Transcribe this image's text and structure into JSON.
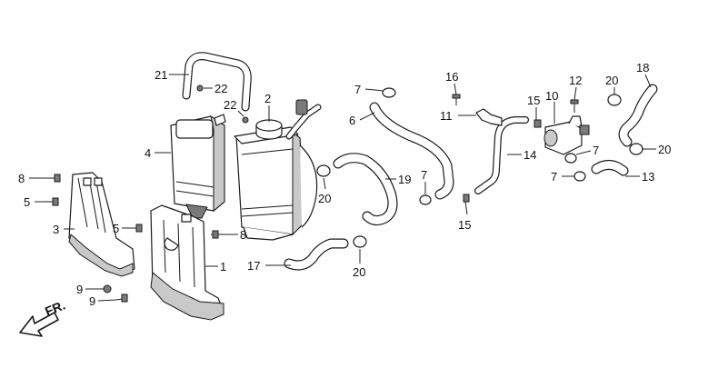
{
  "direction_label": "FR.",
  "callouts": [
    {
      "id": "c1",
      "text": "1"
    },
    {
      "id": "c2",
      "text": "2"
    },
    {
      "id": "c3",
      "text": "3"
    },
    {
      "id": "c4",
      "text": "4"
    },
    {
      "id": "c5a",
      "text": "5"
    },
    {
      "id": "c5b",
      "text": "5"
    },
    {
      "id": "c6",
      "text": "6"
    },
    {
      "id": "c7a",
      "text": "7"
    },
    {
      "id": "c7b",
      "text": "7"
    },
    {
      "id": "c7c",
      "text": "7"
    },
    {
      "id": "c7d",
      "text": "7"
    },
    {
      "id": "c8a",
      "text": "8"
    },
    {
      "id": "c8b",
      "text": "8"
    },
    {
      "id": "c9a",
      "text": "9"
    },
    {
      "id": "c9b",
      "text": "9"
    },
    {
      "id": "c10",
      "text": "10"
    },
    {
      "id": "c11",
      "text": "11"
    },
    {
      "id": "c12",
      "text": "12"
    },
    {
      "id": "c13",
      "text": "13"
    },
    {
      "id": "c14",
      "text": "14"
    },
    {
      "id": "c15a",
      "text": "15"
    },
    {
      "id": "c15b",
      "text": "15"
    },
    {
      "id": "c16",
      "text": "16"
    },
    {
      "id": "c17",
      "text": "17"
    },
    {
      "id": "c18",
      "text": "18"
    },
    {
      "id": "c19",
      "text": "19"
    },
    {
      "id": "c20a",
      "text": "20"
    },
    {
      "id": "c20b",
      "text": "20"
    },
    {
      "id": "c20c",
      "text": "20"
    },
    {
      "id": "c20d",
      "text": "20"
    },
    {
      "id": "c21",
      "text": "21"
    },
    {
      "id": "c22a",
      "text": "22"
    },
    {
      "id": "c22b",
      "text": "22"
    }
  ]
}
